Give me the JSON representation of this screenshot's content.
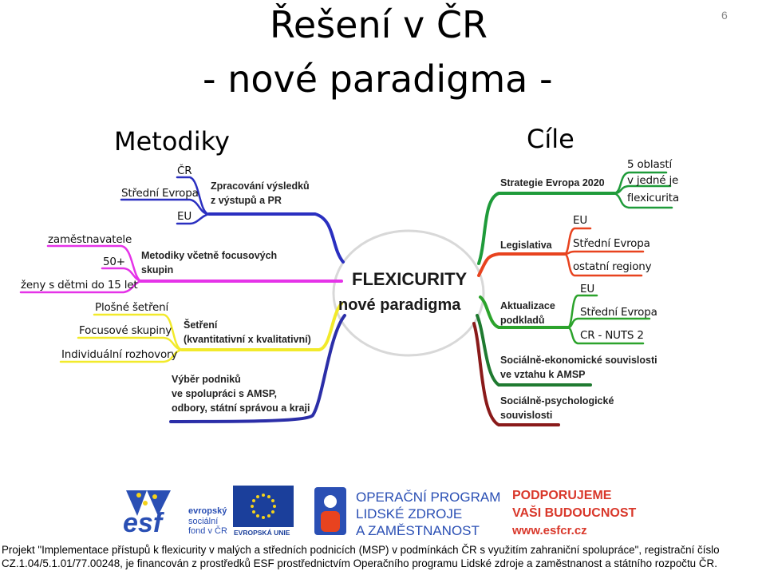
{
  "slide": {
    "title_line1": "Řešení v ČR",
    "title_line2": "- nové paradigma -",
    "page_number": "6",
    "left_heading": "Metodiky",
    "right_heading": "Cíle"
  },
  "mindmap": {
    "center_line1": "FLEXICURITY",
    "center_line2": "nové paradigma",
    "left_branches": [
      {
        "color": "#2a2fc0",
        "label_line1": "Zpracování výsledků",
        "label_line2": "z výstupů a PR",
        "sub": [
          "ČR",
          "Střední Evropa",
          "EU"
        ]
      },
      {
        "color": "#e533e8",
        "label_line1": "Metodiky včetně focusových",
        "label_line2": "skupin",
        "sub": [
          "zaměstnavatele",
          "50+",
          "ženy s dětmi do 15 let"
        ]
      },
      {
        "color": "#f2ea2b",
        "label_line1": "Šetření",
        "label_line2": "(kvantitativní x kvalitativní)",
        "sub": [
          "Plošné šetření",
          "Focusové skupiny",
          "Individuální rozhovory"
        ]
      },
      {
        "color": "#2b2ea8",
        "label_line1": "Výběr podniků",
        "label_line2": "ve spolupráci s AMSP,",
        "label_line3": "odbory, státní správou a kraji"
      }
    ],
    "right_branches": [
      {
        "color": "#1f9b3a",
        "label": "Strategie Evropa 2020",
        "sub": [
          "5 oblastí",
          "v jedné je",
          "flexicurita"
        ]
      },
      {
        "color": "#e8431f",
        "label": "Legislativa",
        "sub": [
          "EU",
          "Střední Evropa",
          "ostatní regiony"
        ]
      },
      {
        "color": "#2ca32c",
        "label_line1": "Aktualizace",
        "label_line2": "podkladů",
        "sub": [
          "EU",
          "Střední Evropa",
          "CR -  NUTS 2"
        ]
      },
      {
        "color": "#1f7a30",
        "label_line1": "Sociálně-ekonomické souvislosti",
        "label_line2": "ve vztahu k AMSP"
      },
      {
        "color": "#8a1a1a",
        "label_line1": "Sociálně-psychologické",
        "label_line2": "souvislosti"
      }
    ]
  },
  "logos": {
    "esf_line1": "evropský",
    "esf_line2": "sociální",
    "esf_line3": "fond v ČR",
    "esf_mark": "esf",
    "eu_label": "EVROPSKÁ UNIE",
    "op_line1": "OPERAČNÍ PROGRAM",
    "op_line2": "LIDSKÉ ZDROJE",
    "op_line3": "A ZAMĚSTNANOST",
    "support_line1": "PODPORUJEME",
    "support_line2": "VAŠI BUDOUCNOST",
    "support_url": "www.esfcr.cz"
  },
  "footer": {
    "line1": "Projekt \"Implementace přístupů k flexicurity v malých a středních podnicích (MSP) v podmínkách ČR s využitím zahraniční spolupráce\", registrační číslo",
    "line2": "CZ.1.04/5.1.01/77.00248, je financován z prostředků ESF prostřednictvím Operačního programu Lidské zdroje a zaměstnanost a státního rozpočtu ČR."
  }
}
